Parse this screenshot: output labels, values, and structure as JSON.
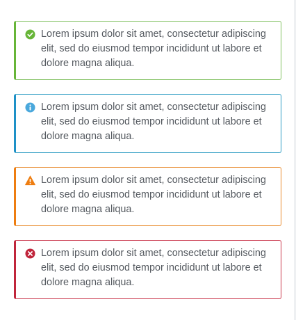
{
  "alerts": [
    {
      "type": "success",
      "icon": "check-circle-icon",
      "color": "#67b538",
      "message": "Lorem ipsum dolor sit amet, consectetur adipiscing elit, sed do eiusmod tempor incididunt ut labore et dolore magna aliqua."
    },
    {
      "type": "info",
      "icon": "info-circle-icon",
      "color": "#1e91c7",
      "message": "Lorem ipsum dolor sit amet, consectetur adipiscing elit, sed do eiusmod tempor incididunt ut labore et dolore magna aliqua."
    },
    {
      "type": "warning",
      "icon": "warning-triangle-icon",
      "color": "#ee7d10",
      "message": "Lorem ipsum dolor sit amet, consectetur adipiscing elit, sed do eiusmod tempor incididunt ut labore et dolore magna aliqua."
    },
    {
      "type": "danger",
      "icon": "error-circle-icon",
      "color": "#c0253b",
      "message": "Lorem ipsum dolor sit amet, consectetur adipiscing elit, sed do eiusmod tempor incididunt ut labore et dolore magna aliqua."
    }
  ]
}
